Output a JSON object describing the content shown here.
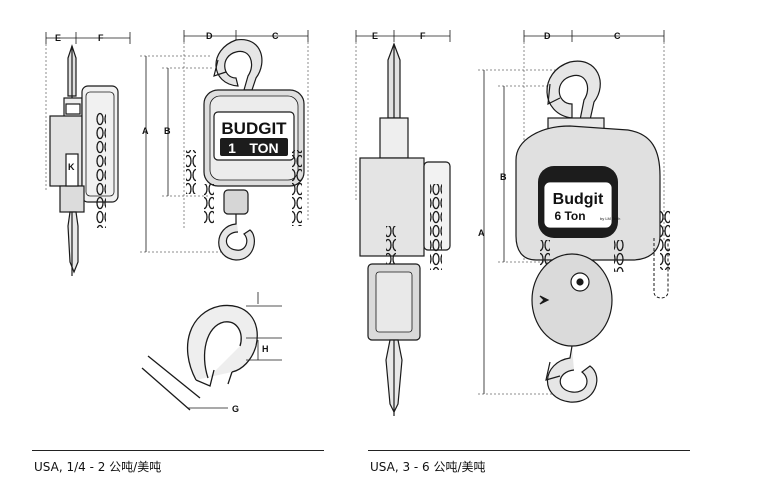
{
  "left_panel": {
    "caption": "USA, 1/4 - 2 公吨/美吨",
    "side_view_labels": {
      "e": "E",
      "f": "F"
    },
    "front_view_labels": {
      "d": "D",
      "c": "C",
      "a": "A",
      "b": "B"
    },
    "hook_detail_labels": {
      "h": "H",
      "g": "G"
    },
    "nameplate": {
      "brand": "BUDGIT",
      "capacity_number": "1",
      "capacity_unit": "TON"
    }
  },
  "right_panel": {
    "caption": "USA, 3 - 6 公吨/美吨",
    "side_view_labels": {
      "e": "E",
      "f": "F"
    },
    "front_view_labels": {
      "d": "D",
      "c": "C",
      "a": "A",
      "b": "B"
    },
    "nameplate": {
      "brand": "Budgit",
      "capacity": "6 Ton",
      "maker": "by LM Tech"
    }
  },
  "colors": {
    "line": "#1a1a1a",
    "body_shade": "#d9d9d9",
    "plate_dark": "#1c1c1c",
    "background": "#ffffff"
  }
}
